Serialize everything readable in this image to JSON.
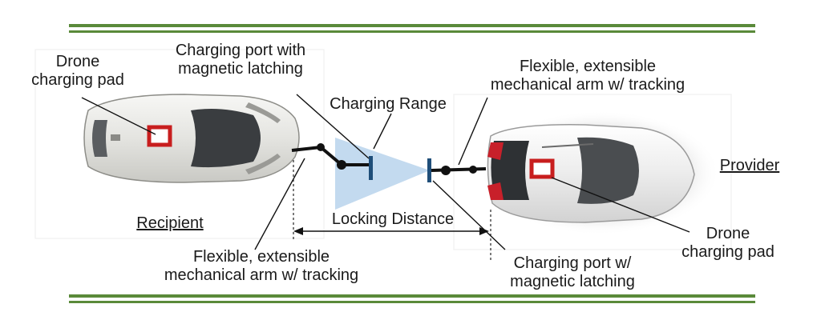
{
  "labels": {
    "drone_pad_left": [
      "Drone",
      "charging pad"
    ],
    "port_left": [
      "Charging port with",
      "magnetic latching"
    ],
    "charging_range": "Charging Range",
    "arm_right": [
      "Flexible, extensible",
      "mechanical arm w/ tracking"
    ],
    "provider": "Provider",
    "recipient": "Recipient",
    "locking_distance": "Locking Distance",
    "drone_pad_right": [
      "Drone",
      "charging pad"
    ],
    "arm_left": [
      "Flexible, extensible",
      "mechanical arm w/ tracking"
    ],
    "port_right": [
      "Charging port w/",
      "magnetic latching"
    ]
  },
  "colors": {
    "road_stripe": "#5a8a3a",
    "car_body": "#e9e9e6",
    "drone_pad": "#c81e1e",
    "charging_range": "#b9d4ec",
    "port": "#1f4e79",
    "arm": "#111111"
  }
}
